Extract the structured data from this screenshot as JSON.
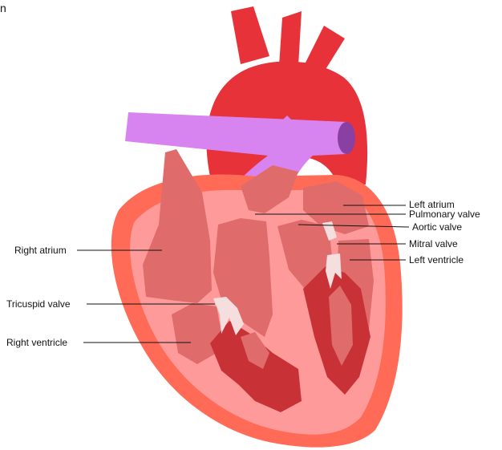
{
  "corner_fragment": "n",
  "labels": {
    "left_atrium": "Left atrium",
    "pulmonary_valve": "Pulmonary valve",
    "aortic_valve": "Aortic valve",
    "mitral_valve": "Mitral valve",
    "left_ventricle": "Left ventricle",
    "right_atrium": "Right atrium",
    "tricuspid_valve": "Tricuspid valve",
    "right_ventricle": "Right ventricle"
  },
  "colors": {
    "aorta": "#e8323a",
    "pulmonary_artery": "#d784f0",
    "pulmonary_artery_inner": "#8a3fa3",
    "outer_wall": "#ff6b57",
    "inner_wall": "#ff9a9a",
    "chamber": "#e06b6b",
    "muscle_dark": "#c83236",
    "valve": "#f5dede"
  }
}
